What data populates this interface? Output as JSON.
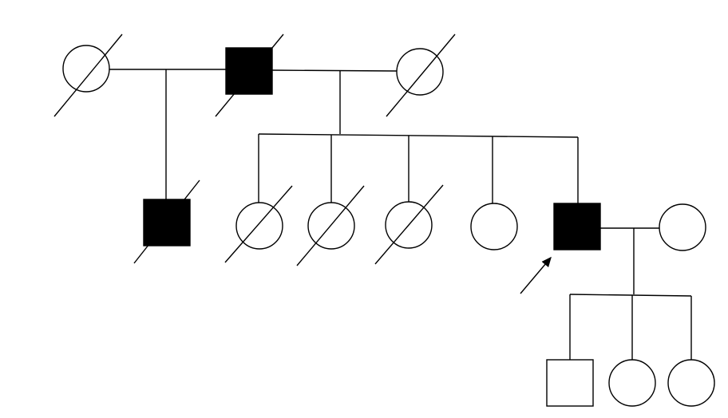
{
  "colors": {
    "affected_fill": "#000000",
    "unaffected_fill": "#ffffff",
    "stroke": "#000000",
    "background": "#ffffff"
  },
  "pedigree": {
    "generations": 3,
    "individuals": [
      {
        "id": "g1-wife-1",
        "sex": "female",
        "affected": false,
        "deceased": true,
        "generation": 1
      },
      {
        "id": "g1-husband",
        "sex": "male",
        "affected": true,
        "deceased": true,
        "generation": 1
      },
      {
        "id": "g1-wife-2",
        "sex": "female",
        "affected": false,
        "deceased": true,
        "generation": 1
      },
      {
        "id": "g2-son-1",
        "sex": "male",
        "affected": true,
        "deceased": true,
        "generation": 2
      },
      {
        "id": "g2-daughter-1",
        "sex": "female",
        "affected": false,
        "deceased": true,
        "generation": 2
      },
      {
        "id": "g2-daughter-2",
        "sex": "female",
        "affected": false,
        "deceased": true,
        "generation": 2
      },
      {
        "id": "g2-daughter-3",
        "sex": "female",
        "affected": false,
        "deceased": true,
        "generation": 2
      },
      {
        "id": "g2-daughter-4",
        "sex": "female",
        "affected": false,
        "deceased": false,
        "generation": 2
      },
      {
        "id": "g2-son-2",
        "sex": "male",
        "affected": true,
        "deceased": false,
        "generation": 2,
        "proband": true
      },
      {
        "id": "g2-spouse",
        "sex": "female",
        "affected": false,
        "deceased": false,
        "generation": 2
      },
      {
        "id": "g3-son",
        "sex": "male",
        "affected": false,
        "deceased": false,
        "generation": 3
      },
      {
        "id": "g3-daughter-1",
        "sex": "female",
        "affected": false,
        "deceased": false,
        "generation": 3
      },
      {
        "id": "g3-daughter-2",
        "sex": "female",
        "affected": false,
        "deceased": false,
        "generation": 3
      }
    ],
    "marriages": [
      {
        "partners": [
          "g1-husband",
          "g1-wife-1"
        ],
        "children": [
          "g2-son-1"
        ]
      },
      {
        "partners": [
          "g1-husband",
          "g1-wife-2"
        ],
        "children": [
          "g2-daughter-1",
          "g2-daughter-2",
          "g2-daughter-3",
          "g2-daughter-4",
          "g2-son-2"
        ]
      },
      {
        "partners": [
          "g2-son-2",
          "g2-spouse"
        ],
        "children": [
          "g3-son",
          "g3-daughter-1",
          "g3-daughter-2"
        ]
      }
    ]
  }
}
